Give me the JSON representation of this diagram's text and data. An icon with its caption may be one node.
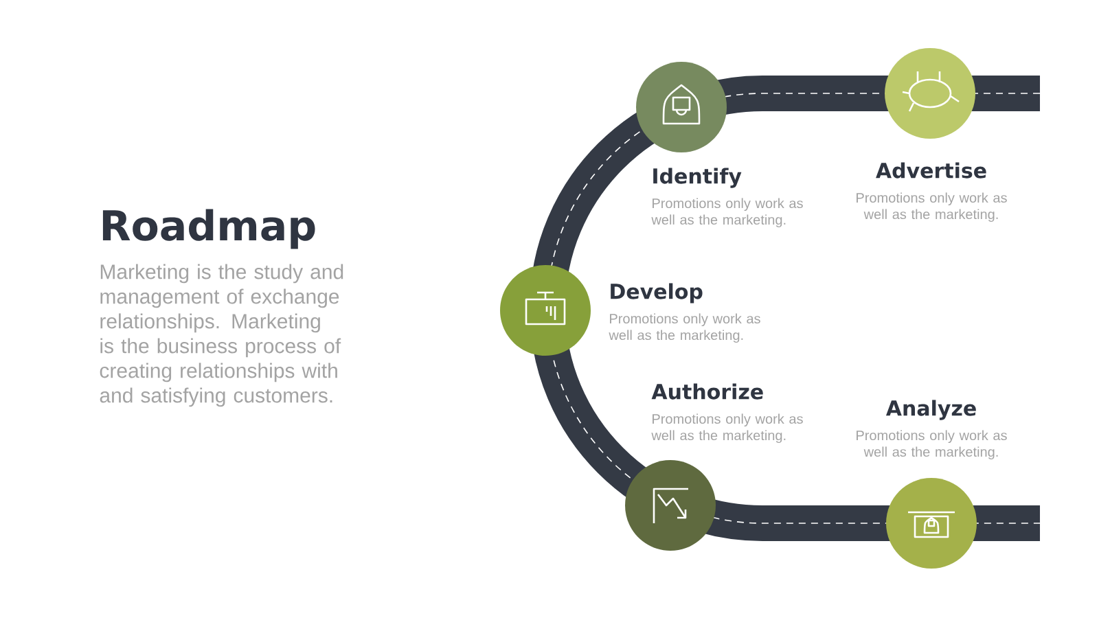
{
  "diagram": {
    "title": "Roadmap",
    "nodes": [
      {
        "text": [
          "Identify",
          "Promotions only work as well as the marketing."
        ]
      },
      {
        "text": [
          "Advertise",
          "Promotions only work as well as the marketing."
        ]
      },
      {
        "text": [
          "Develop",
          "Promotions only work as well as the marketing."
        ]
      },
      {
        "text": [
          "Authorize",
          "Promotions only work as well as the marketing."
        ]
      },
      {
        "text": [
          "Analyze",
          "Promotions only work as well as the marketing."
        ]
      }
    ],
    "labels": [
      "Marketing is the study and management of exchange relationships. Marketing is the business process of creating relationships with and satisfying customers."
    ]
  }
}
